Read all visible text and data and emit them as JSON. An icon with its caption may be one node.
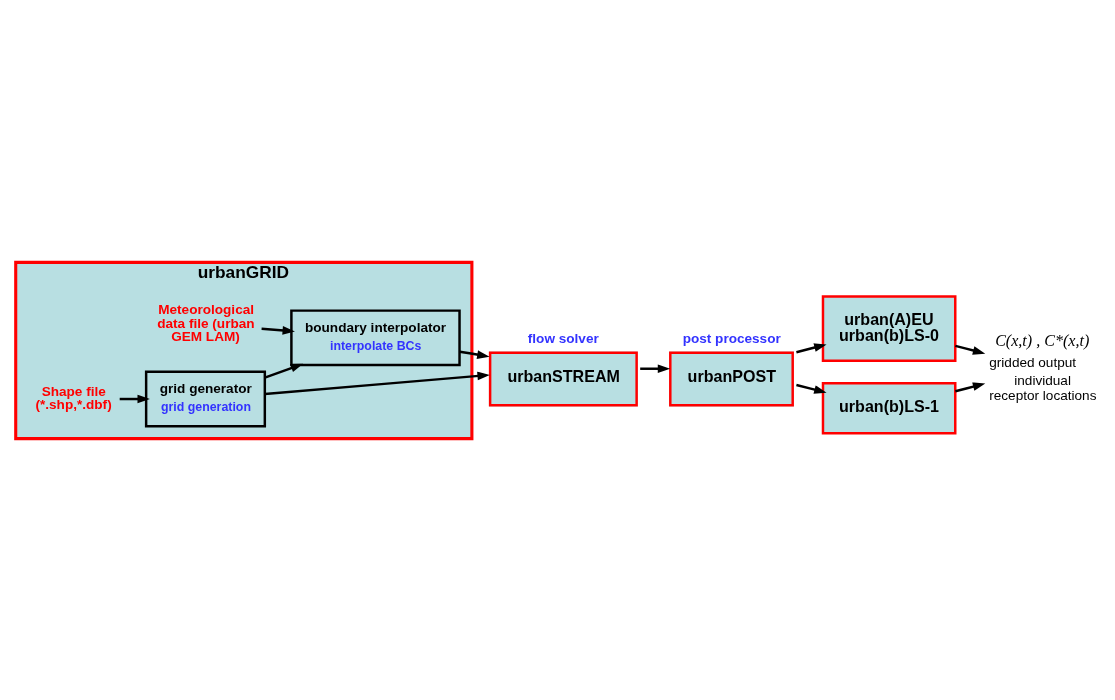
{
  "diagram": {
    "nodes": [
      {
        "text": [
          "urbanGRID"
        ]
      },
      {
        "text": [
          "Shape file (*.shp,*.dbf)"
        ],
        "in": 0
      },
      {
        "text": [
          "grid generator",
          "grid generation"
        ],
        "in": 0
      },
      {
        "text": [
          "Meteorological data file (urban GEM LAM)"
        ],
        "in": 0
      },
      {
        "text": [
          "boundary interpolator",
          "interpolate BCs"
        ],
        "in": 0
      },
      {
        "text": [
          "urbanSTREAM"
        ],
        "beside": [
          "flow solver"
        ]
      },
      {
        "text": [
          "urbanPOST"
        ],
        "beside": [
          "post processor"
        ]
      },
      {
        "text": [
          "urban(A)EU urban(b)LS-0"
        ]
      },
      {
        "text": [
          "urban(b)LS-1"
        ]
      },
      {
        "text": [
          "C(x,t) , C*(x,t)",
          "gridded output",
          "individual receptor locations"
        ]
      }
    ],
    "edges": [
      {
        "from": 1,
        "to": 2,
        "arrow": "to"
      },
      {
        "from": 3,
        "to": 4,
        "arrow": "to"
      },
      {
        "from": 2,
        "to": 4,
        "arrow": "to"
      },
      {
        "from": 2,
        "to": 5,
        "arrow": "to"
      },
      {
        "from": 4,
        "to": 5,
        "arrow": "to"
      },
      {
        "from": 5,
        "to": 6,
        "arrow": "to"
      },
      {
        "from": 6,
        "to": 7,
        "arrow": "to"
      },
      {
        "from": 6,
        "to": 8,
        "arrow": "to"
      },
      {
        "from": 7,
        "to": 9,
        "arrow": "to"
      },
      {
        "from": 8,
        "to": 9,
        "arrow": "to"
      }
    ]
  }
}
